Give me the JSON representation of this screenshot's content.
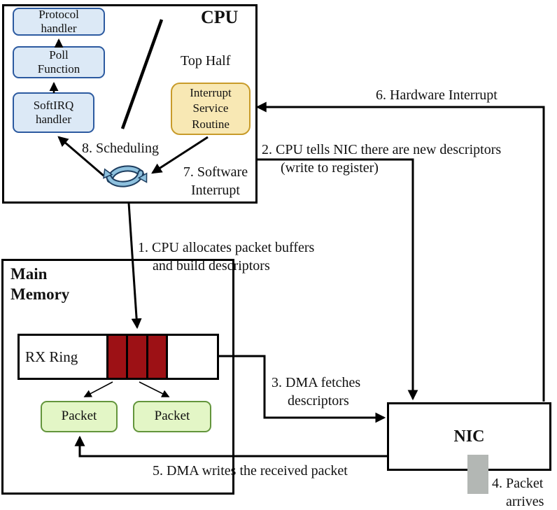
{
  "cpu": {
    "title": "CPU",
    "top_half": "Top Half",
    "protocol_handler": "Protocol handler",
    "poll_function": "Poll Function",
    "softirq_handler": "SoftIRQ handler",
    "isr": "Interrupt Service Routine",
    "scheduling": "8. Scheduling",
    "software_interrupt": "7. Software Interrupt"
  },
  "memory": {
    "title": "Main Memory",
    "rx_ring": "RX Ring",
    "packets": [
      "Packet",
      "Packet"
    ]
  },
  "nic": {
    "title": "NIC"
  },
  "steps": {
    "s1a": "1. CPU allocates packet buffers",
    "s1b": "and build descriptors",
    "s2a": "2. CPU tells NIC there are new descriptors",
    "s2b": "(write to register)",
    "s3a": "3. DMA fetches",
    "s3b": "descriptors",
    "s4a": "4. Packet",
    "s4b": "arrives",
    "s5": "5. DMA writes the received packet",
    "s6": "6. Hardware Interrupt"
  },
  "icons": {
    "scheduling_cycle": "sync-cycle-arrows"
  },
  "colors": {
    "box_blue_fill": "#dcE9f6",
    "box_blue_border": "#2c5aa0",
    "isr_fill": "#f8e8b4",
    "isr_border": "#c89b2a",
    "descriptor_red": "#9d1115",
    "packet_fill": "#e3f6c6",
    "packet_border": "#63953c",
    "nic_packet_gray": "#b3b7b4",
    "cycle_blue": "#8ec1de",
    "cycle_outline": "#1c3c5e"
  }
}
